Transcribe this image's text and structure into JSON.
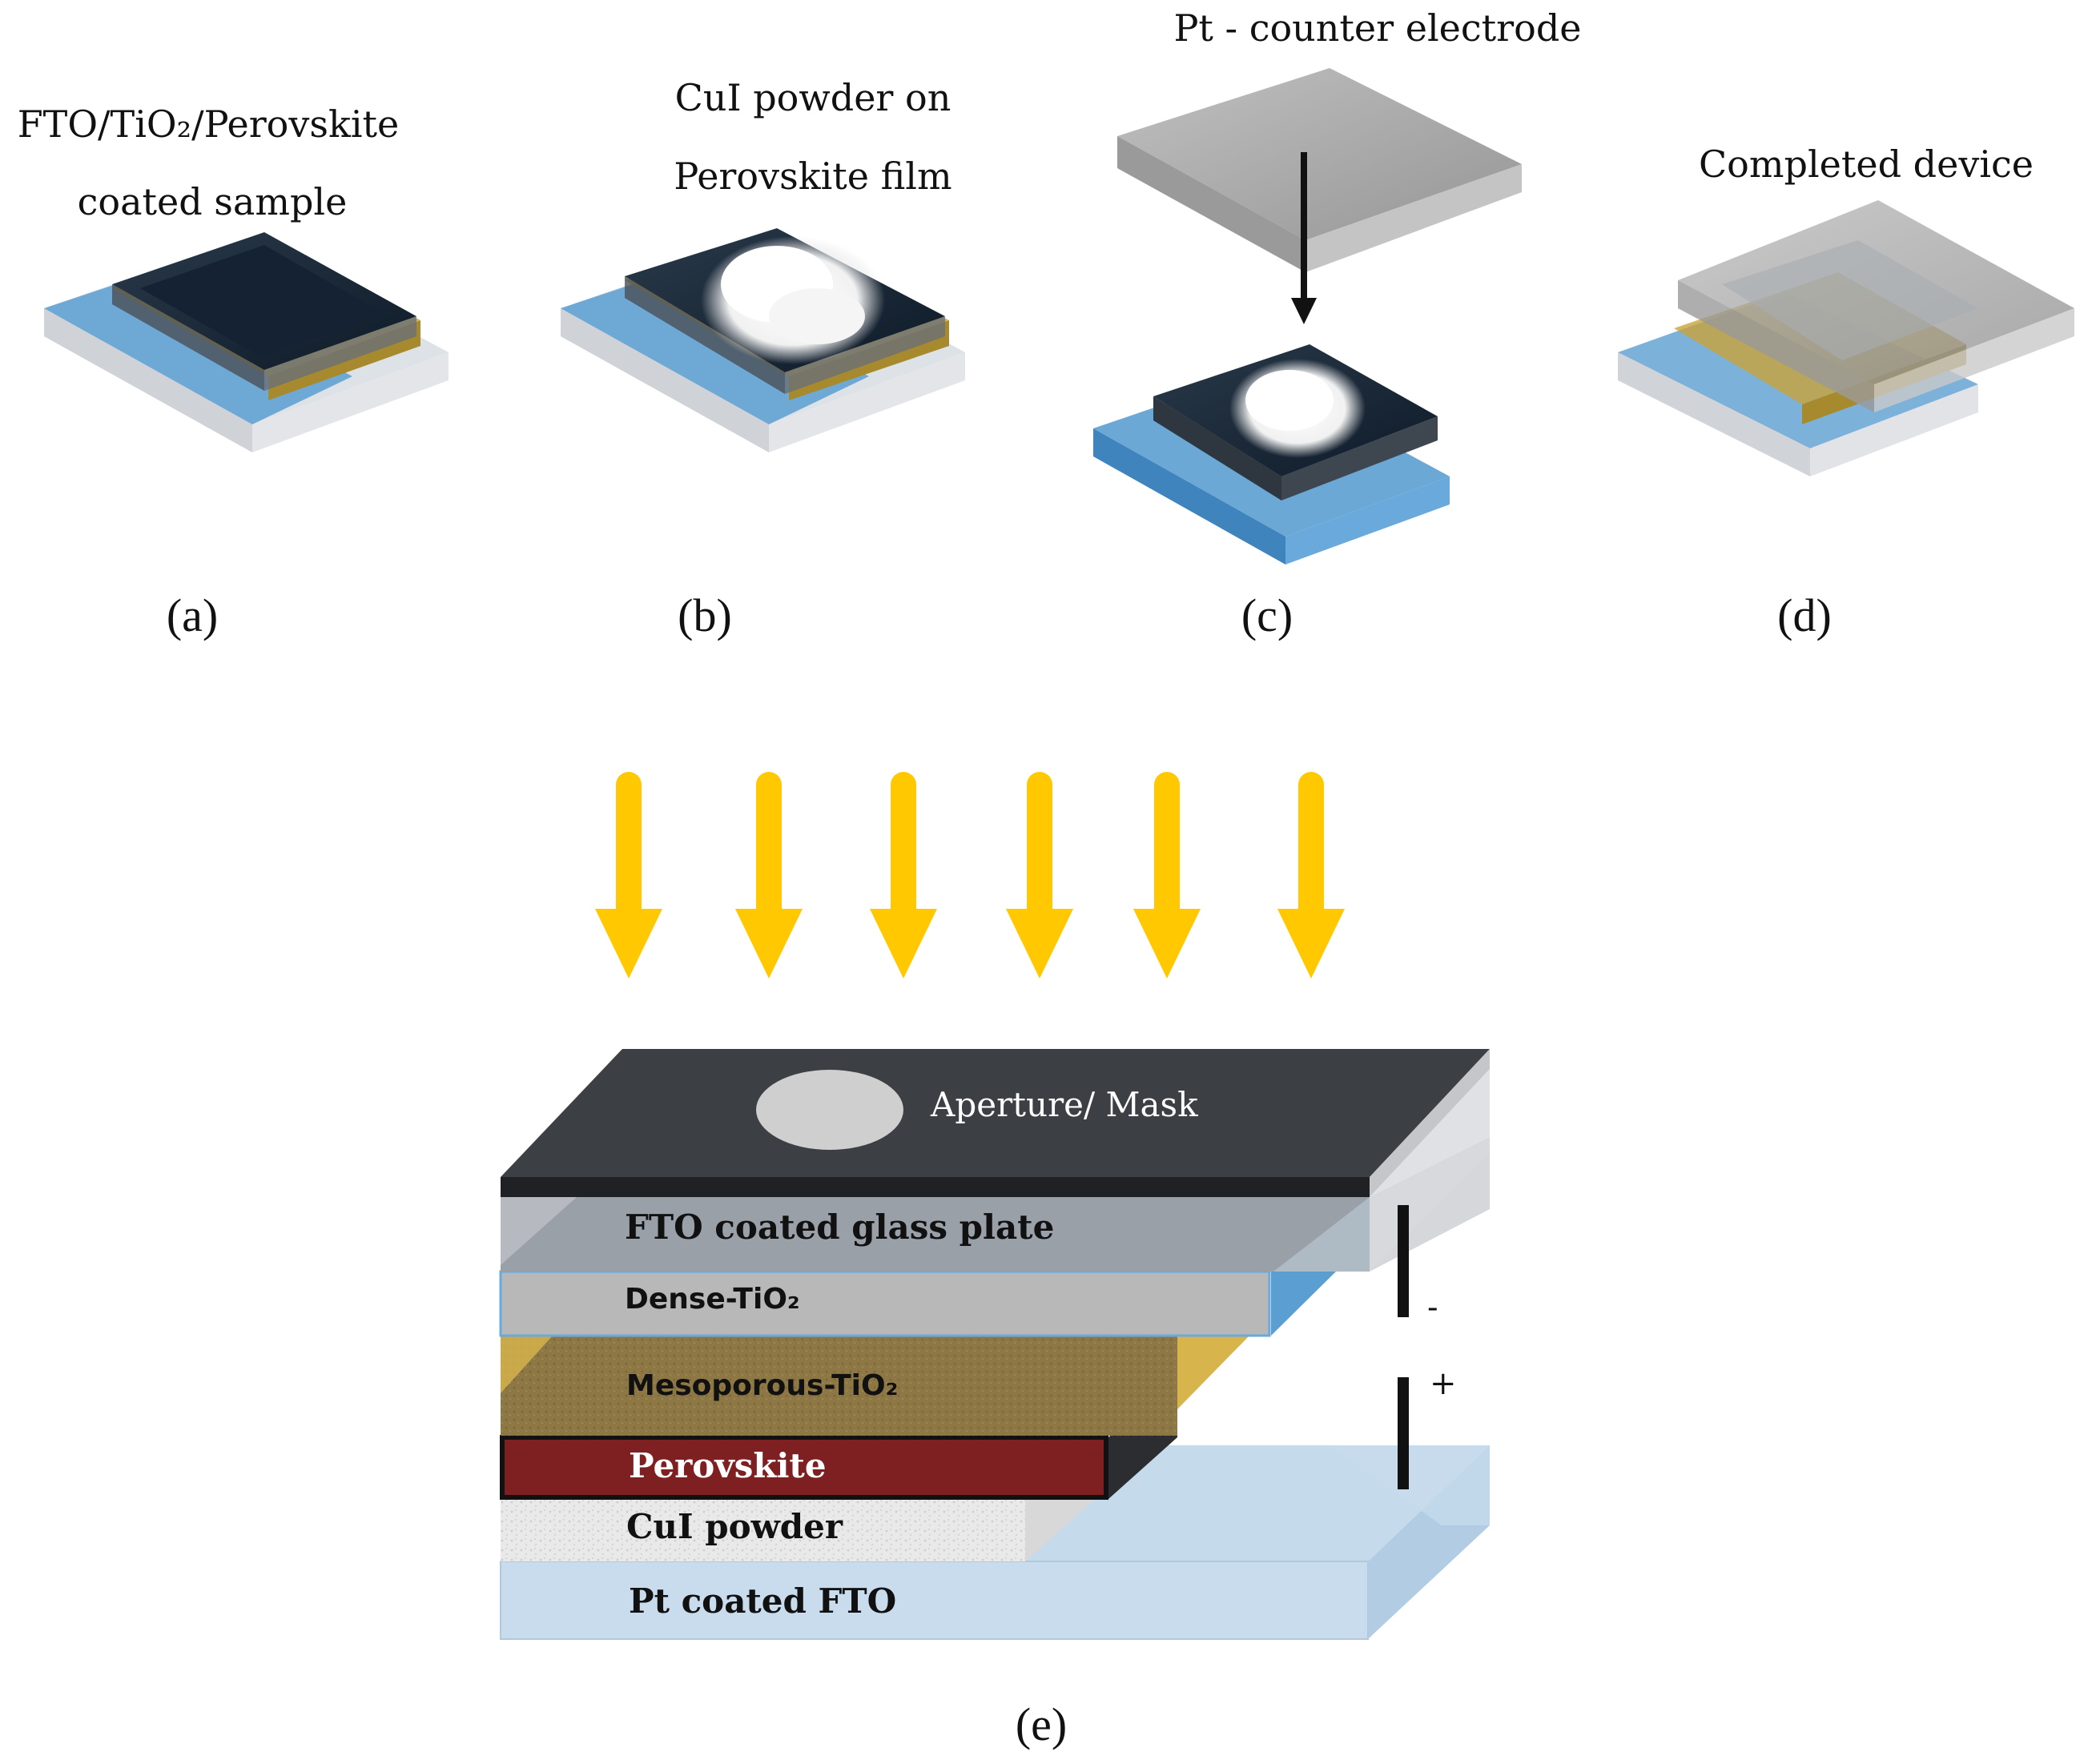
{
  "panels": {
    "a": {
      "caption_line1": "FTO/TiO₂/Perovskite",
      "caption_line2": "coated sample",
      "letter": "(a)"
    },
    "b": {
      "caption_line1": "CuI powder on",
      "caption_line2": "Perovskite film",
      "letter": "(b)"
    },
    "c": {
      "caption_line1": "Pt - counter electrode",
      "letter": "(c)"
    },
    "d": {
      "caption_line1": "Completed device",
      "letter": "(d)"
    },
    "e": {
      "letter": "(e)"
    }
  },
  "stack": {
    "mask": "Aperture/ Mask",
    "fto_glass": "FTO coated glass plate",
    "dense_tio2": "Dense-TiO₂",
    "meso_tio2": "Mesoporous-TiO₂",
    "perovskite": "Perovskite",
    "cui": "CuI powder",
    "pt_fto": "Pt coated FTO",
    "minus": "-",
    "plus": "+"
  },
  "colors": {
    "arrow": "#FFC800",
    "mask": "#3c3f44",
    "fto_glass": "#9aa0a8",
    "dense": "#b8b8b8",
    "meso": "#8a7440",
    "perovskite": "#7e2022",
    "cui": "#e6e6e6",
    "pt": "#c5dbec"
  }
}
